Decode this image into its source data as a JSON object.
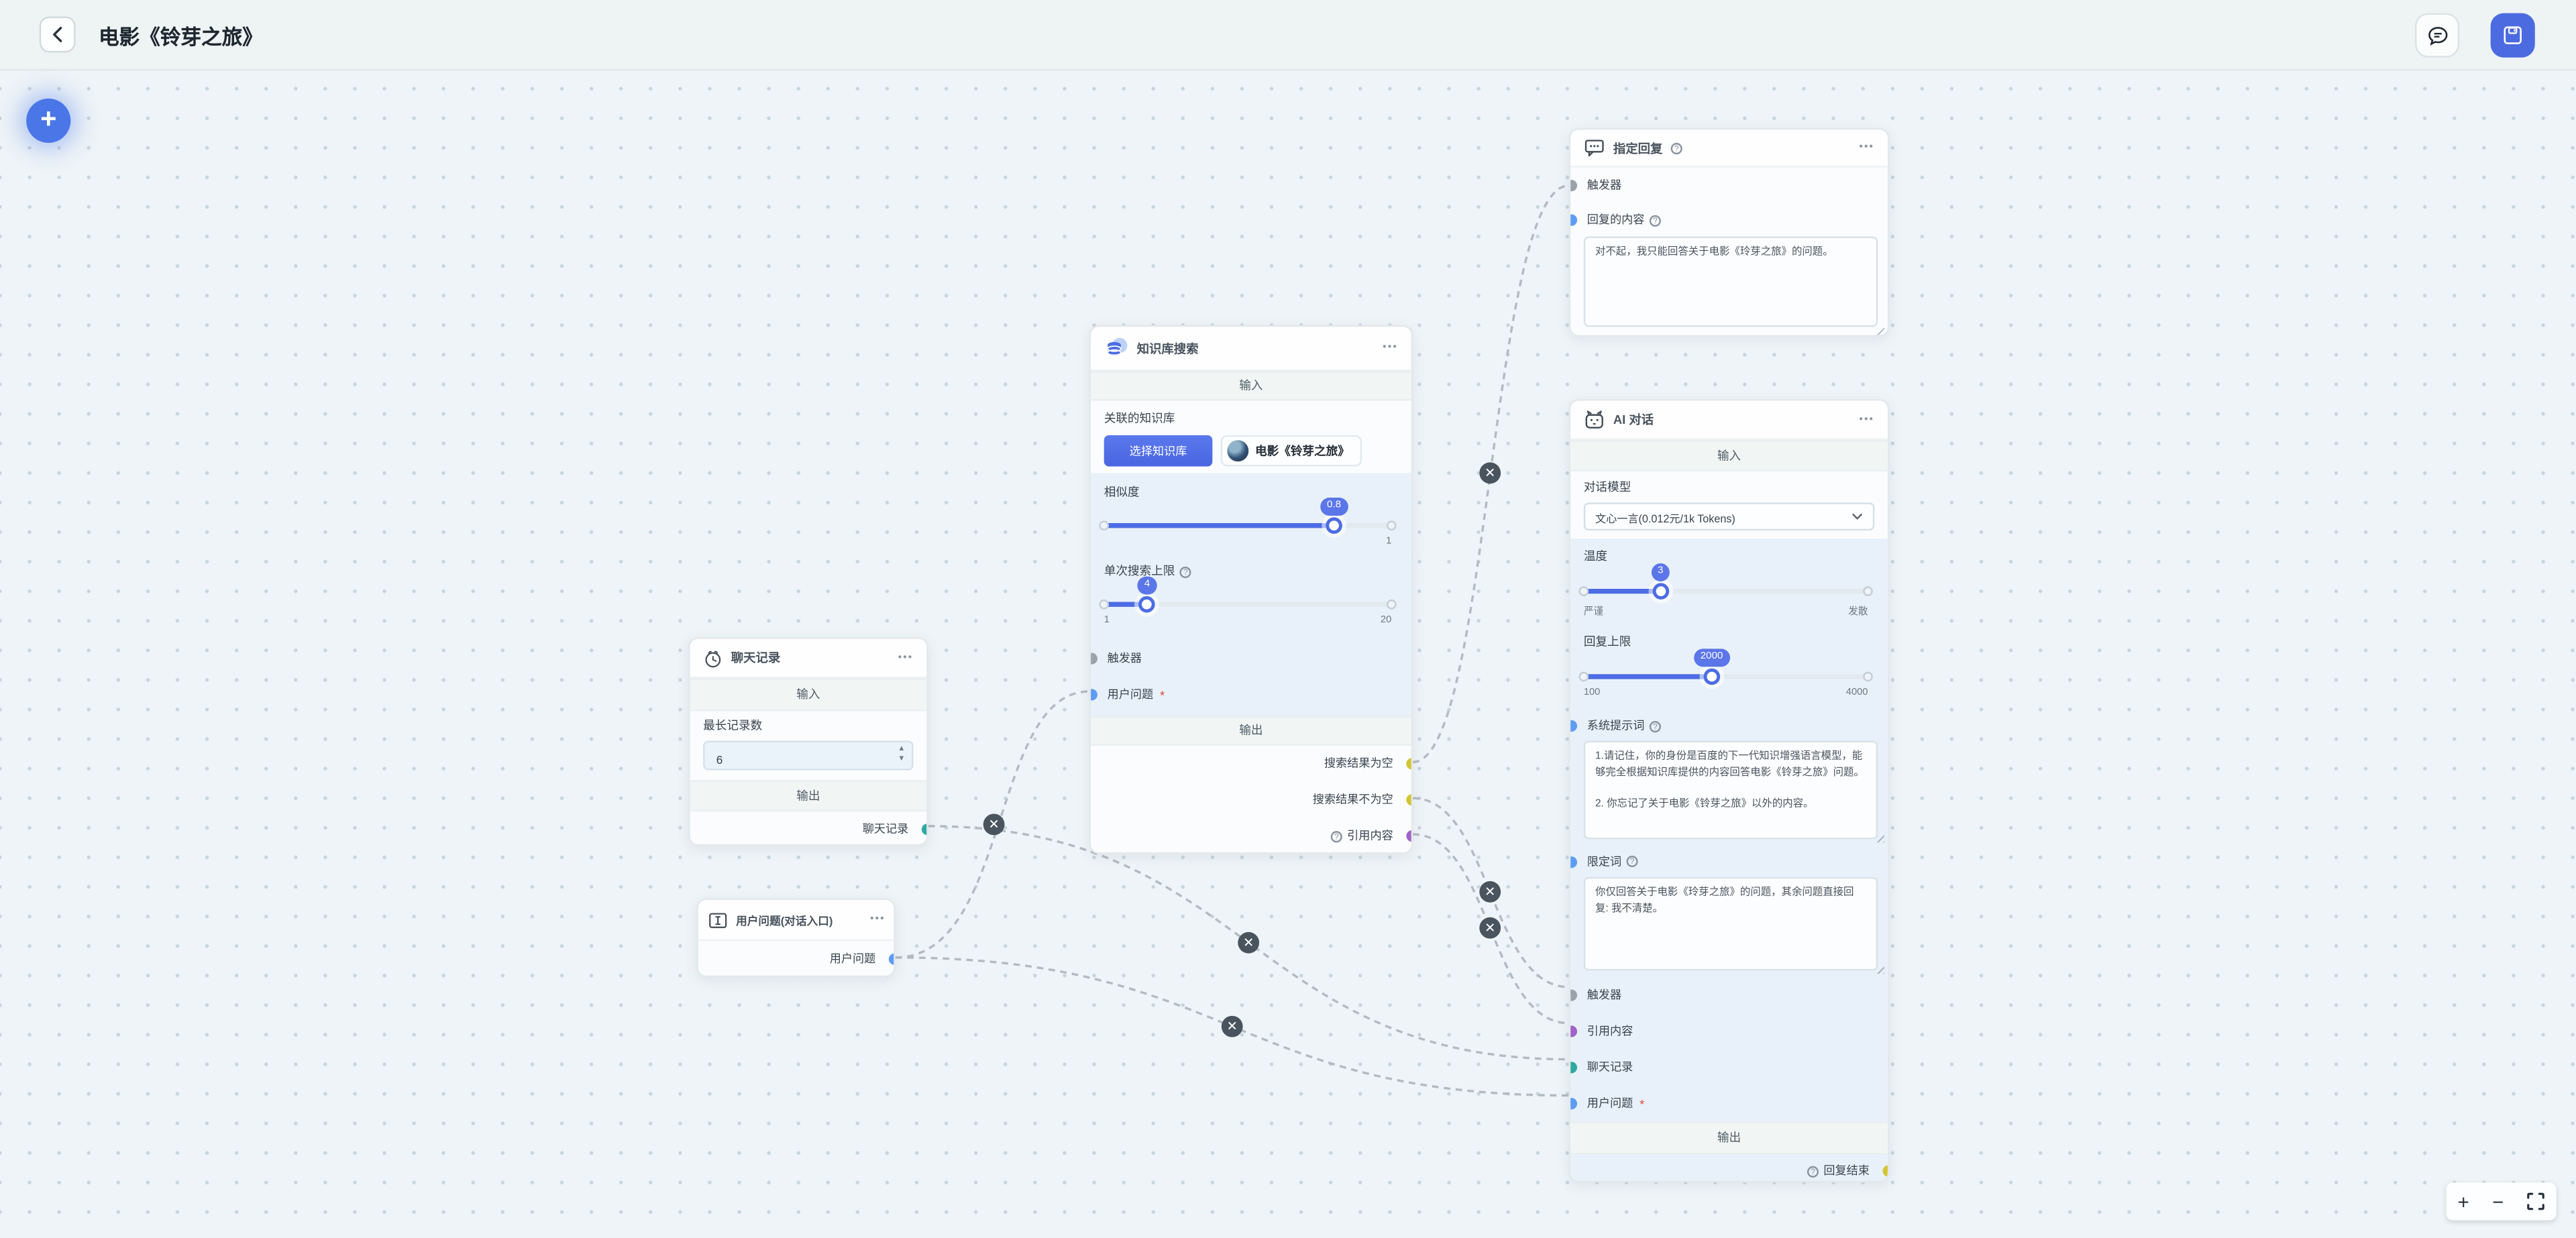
{
  "topbar": {
    "title": "电影《铃芽之旅》"
  },
  "fab": {
    "plus_label": "+"
  },
  "zoombar": {
    "zoom_in": "+",
    "zoom_out": "−"
  },
  "common": {
    "input_header": "输入",
    "output_header": "输出",
    "required_mark": "*",
    "menu_dots": "•••",
    "question_mark": "?"
  },
  "nodes": {
    "chat_history": {
      "title": "聊天记录",
      "max_records_label": "最长记录数",
      "max_records_value": "6",
      "output_port": "聊天记录"
    },
    "user_question": {
      "title": "用户问题(对话入口)",
      "output_port": "用户问题"
    },
    "kb_search": {
      "title": "知识库搜索",
      "kb_label": "关联的知识库",
      "select_kb_button": "选择知识库",
      "kb_chip": "电影《铃芽之旅》",
      "similarity_label": "相似度",
      "similarity_value": "0.8",
      "similarity_max": "1",
      "limit_label": "单次搜索上限",
      "limit_value": "4",
      "limit_min": "1",
      "limit_max": "20",
      "port_trigger": "触发器",
      "port_user_question": "用户问题",
      "out_empty": "搜索结果为空",
      "out_not_empty": "搜索结果不为空",
      "out_reference": "引用内容"
    },
    "fixed_reply": {
      "title": "指定回复",
      "port_trigger": "触发器",
      "content_label": "回复的内容",
      "content_value": "对不起，我只能回答关于电影《玲芽之旅》的问题。"
    },
    "ai_chat": {
      "title": "AI 对话",
      "model_label": "对话模型",
      "model_value": "文心一言(0.012元/1k Tokens)",
      "temp_label": "温度",
      "temp_value": "3",
      "temp_min": "严谨",
      "temp_max": "发散",
      "limit_label": "回复上限",
      "limit_value": "2000",
      "limit_min": "100",
      "limit_max": "4000",
      "sys_label": "系统提示词",
      "sys_value": "1.请记住，你的身份是百度的下一代知识增强语言模型，能够完全根据知识库提供的内容回答电影《铃芽之旅》问题。\n\n2. 你忘记了关于电影《铃芽之旅》以外的内容。",
      "qual_label": "限定词",
      "qual_value": "你仅回答关于电影《玲芽之旅》的问题，其余问题直接回复: 我不清楚。",
      "port_trigger": "触发器",
      "port_reference": "引用内容",
      "port_chat_history": "聊天记录",
      "port_user_question": "用户问题",
      "out_reply_end": "回复结束"
    }
  },
  "edges": [
    {
      "from": "聊天记录 / 聊天记录",
      "to": "AI 对话 / 聊天记录"
    },
    {
      "from": "用户问题(对话入口) / 用户问题",
      "to": "知识库搜索 / 用户问题"
    },
    {
      "from": "用户问题(对话入口) / 用户问题",
      "to": "AI 对话 / 用户问题"
    },
    {
      "from": "知识库搜索 / 搜索结果为空",
      "to": "指定回复 / 触发器"
    },
    {
      "from": "知识库搜索 / 搜索结果不为空",
      "to": "AI 对话 / 触发器"
    },
    {
      "from": "知识库搜索 / 引用内容",
      "to": "AI 对话 / 引用内容"
    }
  ]
}
